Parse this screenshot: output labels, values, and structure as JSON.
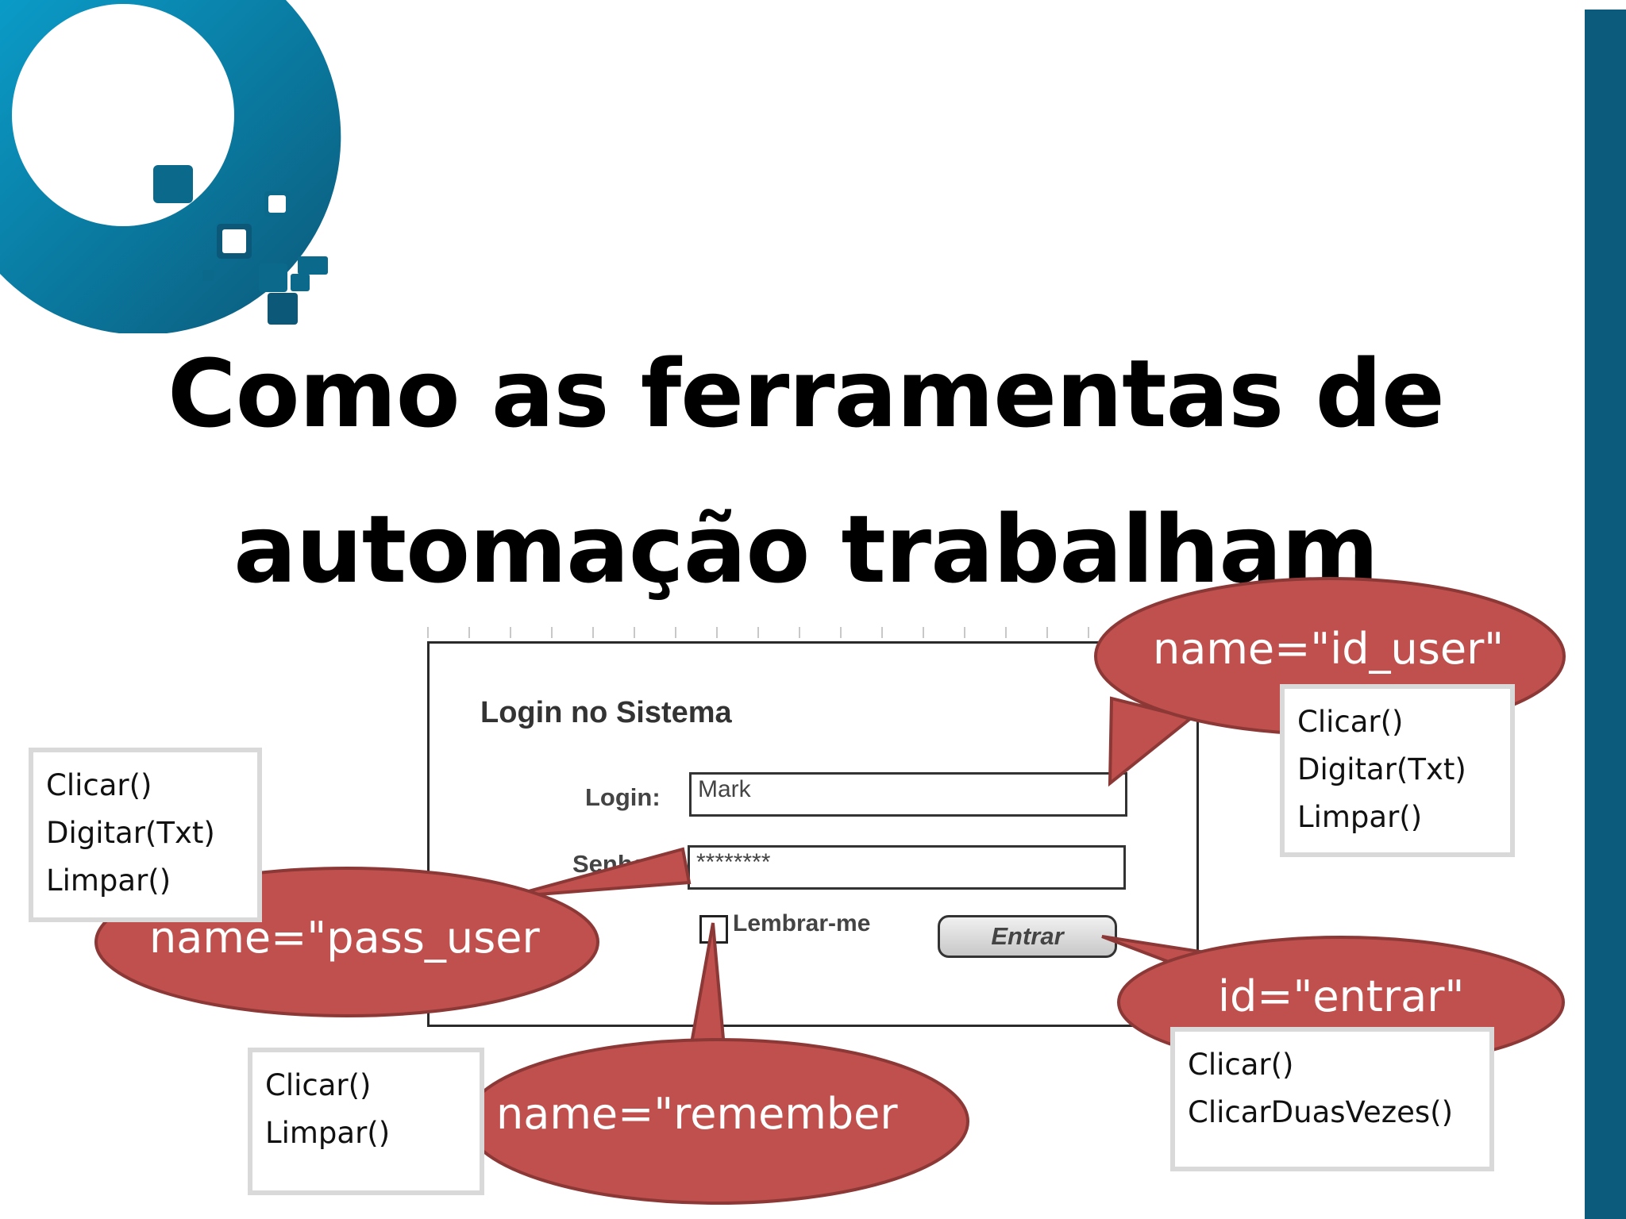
{
  "slide": {
    "title_line1": "Como as ferramentas de",
    "title_line2": "automação trabalham"
  },
  "mockup": {
    "title": "Login no Sistema",
    "login_label": "Login:",
    "login_value": "Mark",
    "password_label": "Senha",
    "password_value": "********",
    "remember_label": "Lembrar-me",
    "submit_label": "Entrar"
  },
  "callouts": {
    "id_user": {
      "attribute": "name=\"id_user\"",
      "methods": [
        "Clicar()",
        "Digitar(Txt)",
        "Limpar()"
      ]
    },
    "pass_user": {
      "attribute": "name=\"pass_user",
      "methods": [
        "Clicar()",
        "Digitar(Txt)",
        "Limpar()"
      ]
    },
    "remember": {
      "attribute": "name=\"remember",
      "methods": [
        "Clicar()",
        "Limpar()"
      ]
    },
    "entrar": {
      "attribute": "id=\"entrar\"",
      "methods": [
        "Clicar()",
        "ClicarDuasVezes()"
      ]
    }
  },
  "colors": {
    "brand_blue": "#0c5a7c",
    "callout_red": "#c0504d",
    "callout_border": "#8c3836"
  }
}
